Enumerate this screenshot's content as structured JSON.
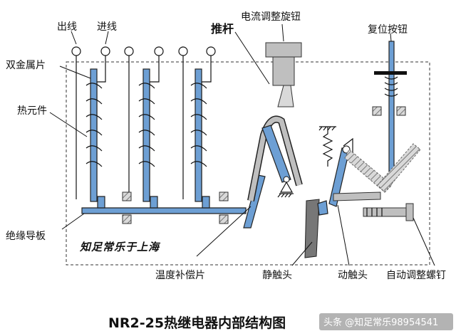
{
  "labels": {
    "out_line": "出线",
    "in_line": "进线",
    "bimetal": "双金属片",
    "heating_element": "热元件",
    "insulated_guide": "绝缘导板",
    "temp_comp": "温度补偿片",
    "push_rod": "推杆",
    "current_knob": "电流调整旋钮",
    "reset_button": "复位按钮",
    "static_contact": "静触头",
    "moving_contact": "动触头",
    "auto_screw": "自动调整螺钉"
  },
  "calligraphy": "知足常乐于上海",
  "title": "NR2-25热继电器内部结构图",
  "watermark": "头条 @知足常乐98954541",
  "colors": {
    "blue": "#6d9fd4",
    "gray": "#bfbfbf",
    "line": "#111111"
  }
}
